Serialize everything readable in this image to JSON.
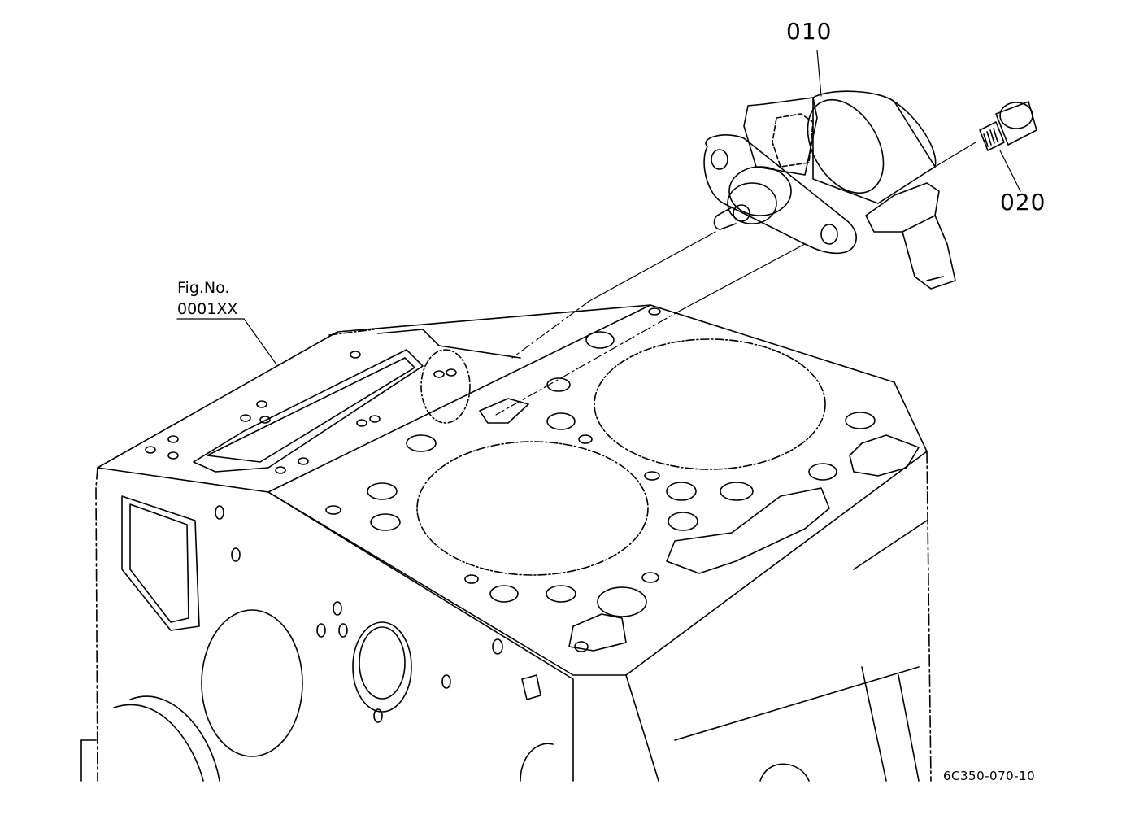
{
  "callouts": {
    "part_010": "010",
    "part_020": "020",
    "fig_label": "Fig.No.",
    "fig_number": "0001XX"
  },
  "drawing_code": "6C350-070-10"
}
